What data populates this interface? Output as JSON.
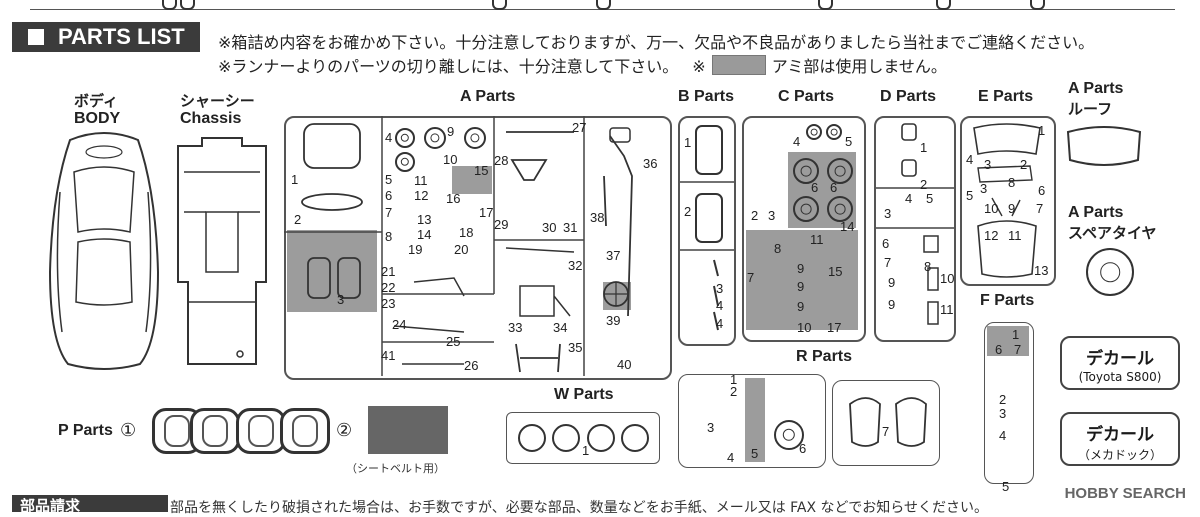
{
  "header": {
    "title": "PARTS LIST"
  },
  "notes": {
    "line1": "※箱詰め内容をお確かめ下さい。十分注意しておりますが、万一、欠品や不良品がありましたら当社までご連絡ください。",
    "line2_a": "※ランナーよりのパーツの切り離しには、十分注意して下さい。",
    "line2_b": "※",
    "line2_c": "アミ部は使用しません。"
  },
  "labels": {
    "body_jp": "ボディ",
    "body_en": "BODY",
    "chassis_jp": "シャーシー",
    "chassis_en": "Chassis",
    "a_parts": "A Parts",
    "b_parts": "B Parts",
    "c_parts": "C Parts",
    "d_parts": "D Parts",
    "e_parts": "E Parts",
    "a_roof_en": "A Parts",
    "a_roof_jp": "ルーフ",
    "a_spare_en": "A Parts",
    "a_spare_jp": "スペアタイヤ",
    "f_parts": "F Parts",
    "r_parts": "R Parts",
    "w_parts": "W Parts",
    "p_parts": "P Parts",
    "p_1": "①",
    "p_2": "②",
    "seatbelt": "（シートベルト用）"
  },
  "decals": [
    {
      "title": "デカール",
      "sub": "(Toyota S800)"
    },
    {
      "title": "デカール",
      "sub": "（メカドック）"
    }
  ],
  "footer": {
    "heading": "部品請求",
    "text": "部品を無くしたり破損された場合は、お手数ですが、必要な部品、数量などをお手紙、メール又は FAX などでお知らせください。"
  },
  "watermark": "HOBBY SEARCH",
  "part_numbers": {
    "a": [
      "1",
      "2",
      "3",
      "4",
      "5",
      "6",
      "7",
      "8",
      "9",
      "10",
      "11",
      "12",
      "13",
      "14",
      "15",
      "16",
      "17",
      "18",
      "19",
      "20",
      "21",
      "22",
      "23",
      "24",
      "25",
      "26",
      "27",
      "28",
      "29",
      "30",
      "31",
      "32",
      "33",
      "34",
      "35",
      "36",
      "37",
      "38",
      "39",
      "40",
      "41"
    ],
    "b": [
      "1",
      "2",
      "3",
      "4",
      "4"
    ],
    "c": [
      "4",
      "5",
      "6",
      "6",
      "2",
      "3",
      "7",
      "8",
      "9",
      "9",
      "9",
      "10",
      "11",
      "14",
      "15",
      "17"
    ],
    "d": [
      "1",
      "2",
      "3",
      "4",
      "5",
      "6",
      "7",
      "8",
      "9",
      "9",
      "10",
      "11"
    ],
    "e": [
      "1",
      "2",
      "3",
      "3",
      "4",
      "5",
      "6",
      "7",
      "8",
      "9",
      "10",
      "11",
      "12",
      "13"
    ],
    "f": [
      "1",
      "2",
      "3",
      "4",
      "5",
      "6",
      "7"
    ],
    "r": [
      "1",
      "2",
      "3",
      "4",
      "5",
      "6",
      "7"
    ],
    "w": [
      "1"
    ]
  },
  "colors": {
    "header_bg": "#3b3b3b",
    "shade": "#9c9c9c",
    "line": "#444444"
  }
}
